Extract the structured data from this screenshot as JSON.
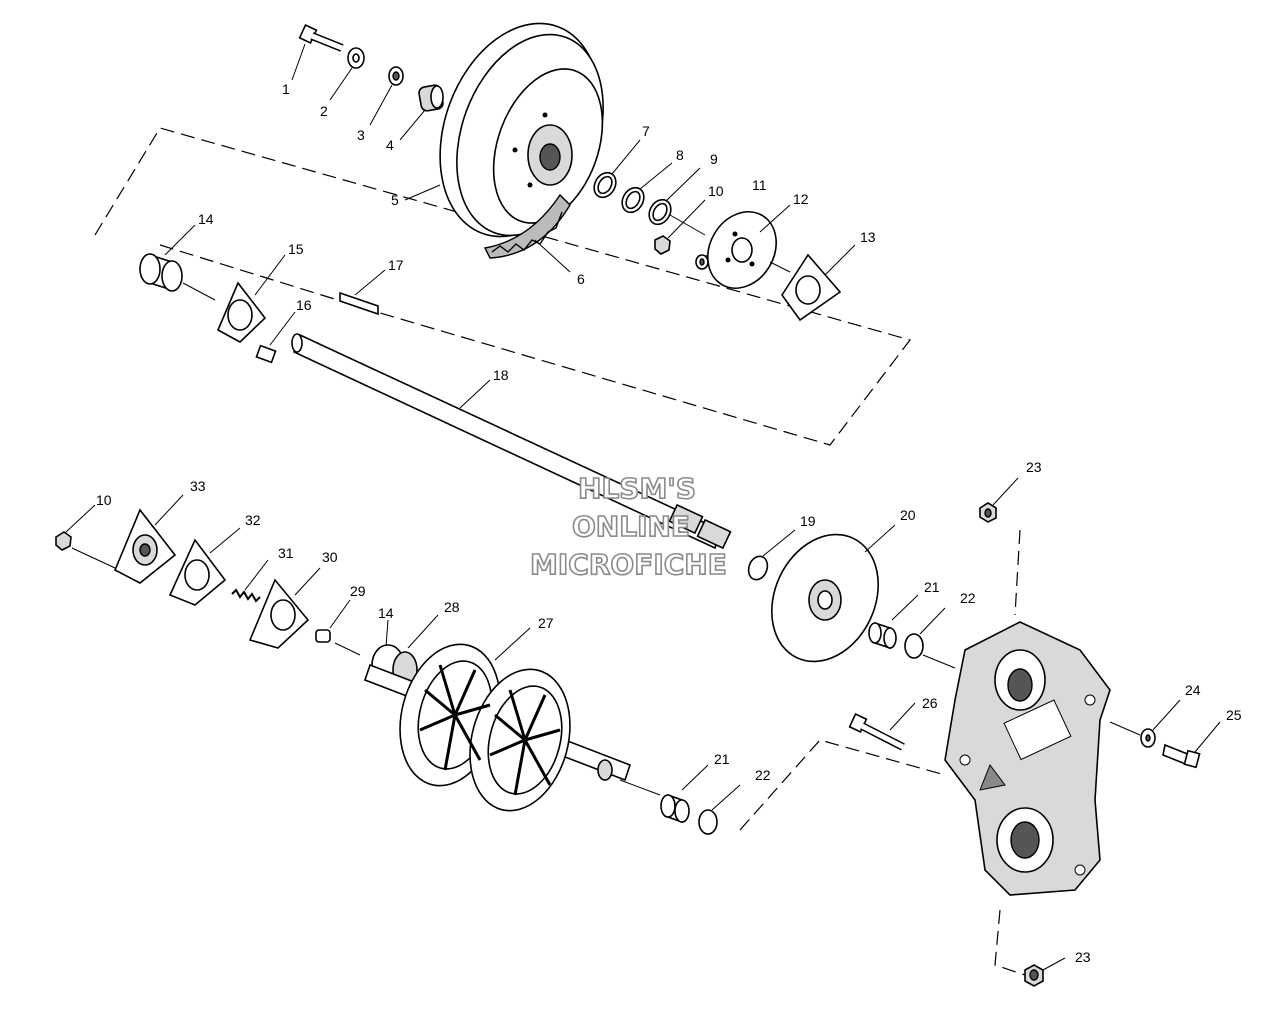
{
  "watermark": {
    "line1": "HLSM'S",
    "line2": "ONLINE",
    "line3": "MICROFICHE"
  },
  "callouts": {
    "c1": "1",
    "c2": "2",
    "c3": "3",
    "c4": "4",
    "c5": "5",
    "c6": "6",
    "c7": "7",
    "c8": "8",
    "c9": "9",
    "c10a": "10",
    "c10b": "10",
    "c11": "11",
    "c12": "12",
    "c13": "13",
    "c14a": "14",
    "c14b": "14",
    "c15": "15",
    "c16": "16",
    "c17": "17",
    "c18": "18",
    "c19": "19",
    "c20": "20",
    "c21a": "21",
    "c21b": "21",
    "c22a": "22",
    "c22b": "22",
    "c23a": "23",
    "c23b": "23",
    "c24": "24",
    "c25": "25",
    "c26": "26",
    "c27": "27",
    "c28": "28",
    "c29": "29",
    "c30": "30",
    "c31": "31",
    "c32": "32",
    "c33": "33"
  }
}
